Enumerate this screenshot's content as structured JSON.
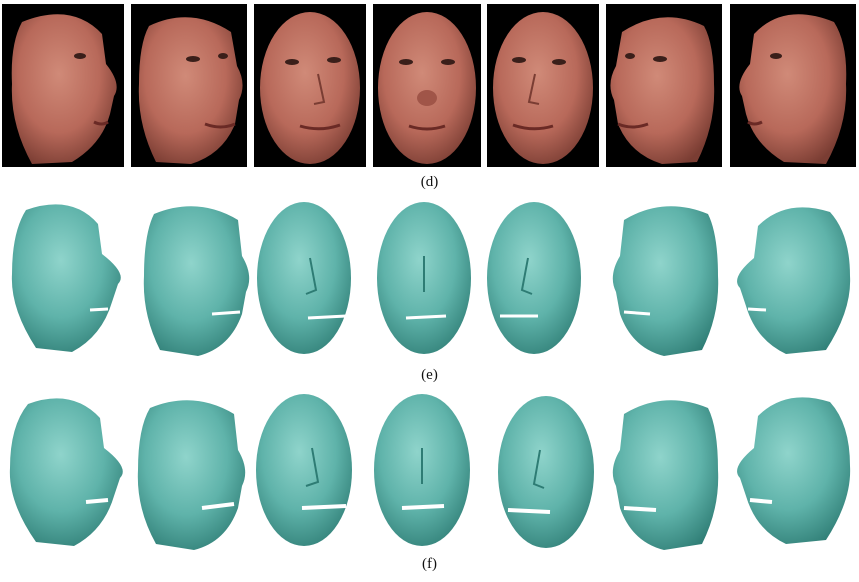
{
  "figure": {
    "rows": [
      {
        "id": "d",
        "kind": "texture-photo",
        "caption": "(d)",
        "views": [
          "left-profile",
          "left-3q",
          "left-slight",
          "frontal",
          "right-slight",
          "right-3q",
          "right-profile"
        ]
      },
      {
        "id": "e",
        "kind": "mesh-render",
        "caption": "(e)",
        "views": [
          "left-profile",
          "left-3q",
          "left-slight",
          "frontal",
          "right-slight",
          "right-3q",
          "right-profile"
        ]
      },
      {
        "id": "f",
        "kind": "mesh-render",
        "caption": "(f)",
        "views": [
          "left-profile",
          "left-3q",
          "left-slight",
          "frontal",
          "right-slight",
          "right-3q",
          "right-profile"
        ]
      }
    ],
    "colors": {
      "skin": "#b8695a",
      "mesh": "#5fb3aa",
      "photo_background": "#000000"
    }
  }
}
